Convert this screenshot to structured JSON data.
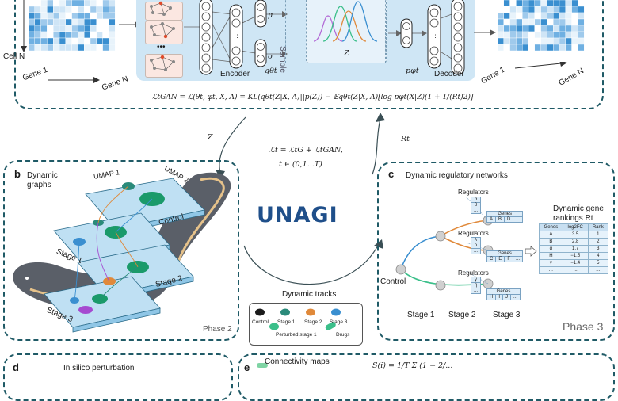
{
  "panel_a": {
    "cell_n": "Cell N",
    "gene_1_left": "Gene 1",
    "gene_n_left": "Gene N",
    "gene_1_right": "Gene 1",
    "gene_n_right": "Gene N",
    "encoder": "Encoder",
    "q_label": "qθt",
    "sample": "Sample",
    "mu": "μ",
    "sigma": "σ",
    "z": "Z",
    "p_label": "pφt",
    "decoder": "Decoder",
    "loss": "ℒtGAN = ℒ(θt, φt, X, A) = KL(qθt(Z|X, A)||p(Z)) − 𝔼qθt(Z|X, A)[log pφt(X|Z)(1 + 1/(Rt)2)]"
  },
  "center": {
    "z_arrow": "Z",
    "r_arrow": "Rt",
    "loss_total": "ℒt = ℒtG + ℒtGAN,",
    "t_range": "t ∈ (0,1...T)",
    "title": "UNAGI",
    "dynamic_tracks": "Dynamic tracks",
    "legend": {
      "control": "Control",
      "stage1": "Stage 1",
      "stage2": "Stage 2",
      "stage3": "Stage 3",
      "perturbed": "Perturbed stage 1",
      "drugs": "Drugs"
    },
    "colors": {
      "control": "#1b1b1b",
      "stage1": "#2a8a7a",
      "stage2": "#e0893a",
      "stage3": "#3a8fd0",
      "perturbed": "#3bbf8a"
    }
  },
  "panel_b": {
    "letter": "b",
    "title_line1": "Dynamic",
    "title_line2": "graphs",
    "umap1": "UMAP 1",
    "umap2": "UMAP 2",
    "layers": [
      "Control",
      "Stage 1",
      "Stage 2",
      "Stage 3"
    ],
    "phase": "Phase 2"
  },
  "panel_c": {
    "letter": "c",
    "title": "Dynamic regulatory networks",
    "regulators": "Regulators",
    "reg_groups": [
      {
        "regs": [
          "α",
          "β",
          "..."
        ],
        "genes": [
          "A",
          "B",
          "D",
          "..."
        ]
      },
      {
        "regs": [
          "λ",
          "ρ",
          "..."
        ],
        "genes": [
          "C",
          "E",
          "F",
          "..."
        ]
      },
      {
        "regs": [
          "γ",
          "η",
          "..."
        ],
        "genes": [
          "H",
          "I",
          "J",
          "..."
        ]
      }
    ],
    "genes": "Genes",
    "control": "Control",
    "stages": [
      "Stage 1",
      "Stage 2",
      "Stage 3"
    ],
    "ranking_title_1": "Dynamic gene",
    "ranking_title_2": "rankings Rt",
    "ranking_headers": [
      "Genes",
      "log2FC",
      "Rank"
    ],
    "ranking_rows": [
      [
        "A",
        "3.5",
        "1"
      ],
      [
        "B",
        "2.8",
        "2"
      ],
      [
        "α",
        "1.7",
        "3"
      ],
      [
        "H",
        "−1.5",
        "4"
      ],
      [
        "γ",
        "−1.4",
        "5"
      ],
      [
        "...",
        "...",
        "..."
      ]
    ],
    "phase": "Phase 3"
  },
  "panel_d": {
    "letter": "d",
    "title": "In silico perturbation"
  },
  "panel_e": {
    "letter": "e",
    "title": "Connectivity maps",
    "formula": "S(i) = 1/T Σ (1 − 2/..."
  }
}
